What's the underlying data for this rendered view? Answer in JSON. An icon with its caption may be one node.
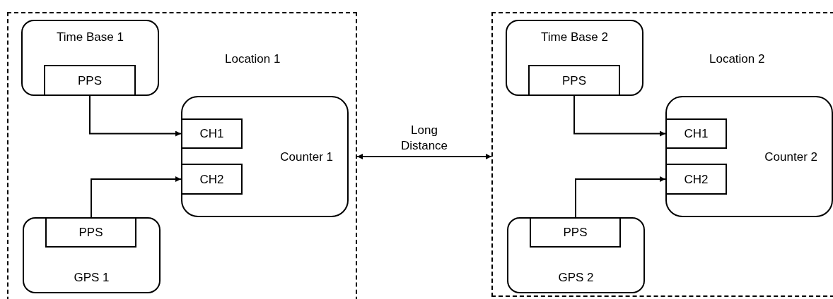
{
  "diagram": {
    "nodes": [
      {
        "text": [
          "Location 1"
        ]
      },
      {
        "text": [
          "Time Base 1"
        ],
        "in": 0
      },
      {
        "text": [
          "PPS"
        ],
        "in": 1
      },
      {
        "text": [
          "Counter 1"
        ],
        "in": 0
      },
      {
        "text": [
          "CH1"
        ],
        "in": 3
      },
      {
        "text": [
          "CH2"
        ],
        "in": 3
      },
      {
        "text": [
          "GPS 1"
        ],
        "in": 0
      },
      {
        "text": [
          "PPS"
        ],
        "in": 6
      },
      {
        "text": [
          "Location 2"
        ]
      },
      {
        "text": [
          "Time Base 2"
        ],
        "in": 8
      },
      {
        "text": [
          "PPS"
        ],
        "in": 9
      },
      {
        "text": [
          "Counter 2"
        ],
        "in": 8
      },
      {
        "text": [
          "CH1"
        ],
        "in": 11
      },
      {
        "text": [
          "CH2"
        ],
        "in": 11
      },
      {
        "text": [
          "GPS 2"
        ],
        "in": 8
      },
      {
        "text": [
          "PPS"
        ],
        "in": 14
      }
    ],
    "edges": [
      {
        "from": 2,
        "to": 4,
        "arrow": "to"
      },
      {
        "from": 7,
        "to": 5,
        "arrow": "to"
      },
      {
        "from": 10,
        "to": 12,
        "arrow": "to"
      },
      {
        "from": 15,
        "to": 13,
        "arrow": "to"
      },
      {
        "from": 0,
        "to": 8,
        "arrow": "both",
        "label": "Long Distance"
      }
    ]
  }
}
